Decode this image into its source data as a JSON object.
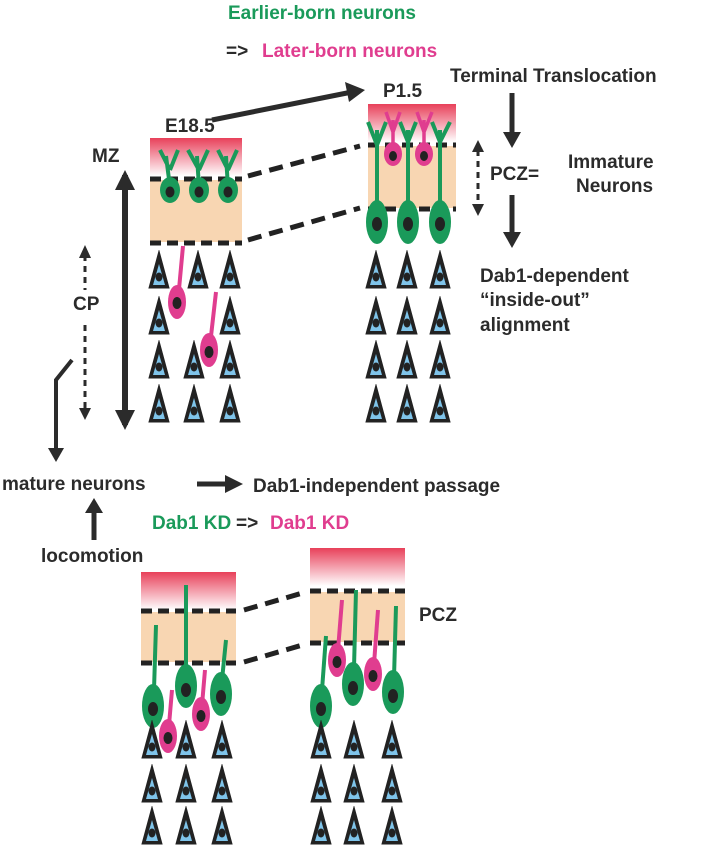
{
  "legend": {
    "earlier_born": "Earlier-born neurons",
    "arrow": "=>",
    "later_born": "Later-born neurons"
  },
  "top": {
    "stage_e18": "E18.5",
    "stage_p1": "P1.5",
    "mz": "MZ",
    "cp": "CP",
    "terminal_translocation": "Terminal Translocation",
    "pcz_eq": "PCZ=",
    "immature_1": "Immature",
    "immature_2": "Neurons",
    "dab1_dep_1": "Dab1-dependent",
    "dab1_dep_2": "“inside-out”",
    "dab1_dep_3": "alignment"
  },
  "middle": {
    "mature_neurons": "mature neurons",
    "dab1_independent": "Dab1-independent passage",
    "locomotion": "locomotion"
  },
  "bottom": {
    "dab1_kd_green": "Dab1 KD",
    "arrow": "=>",
    "dab1_kd_magenta": "Dab1 KD",
    "pcz": "PCZ"
  },
  "colors": {
    "green": "#1a9a5a",
    "magenta": "#e03d8f",
    "pcz_fill": "#f8d6b2",
    "mz_top": "#e8405a",
    "text": "#2b2b2b",
    "cell_outline": "#5ba9d6",
    "cell_fill": "#222222"
  },
  "icons": {
    "mature_cell": "triangle-neuron-icon",
    "migrating_neuron": "bipolar-neuron-icon"
  }
}
